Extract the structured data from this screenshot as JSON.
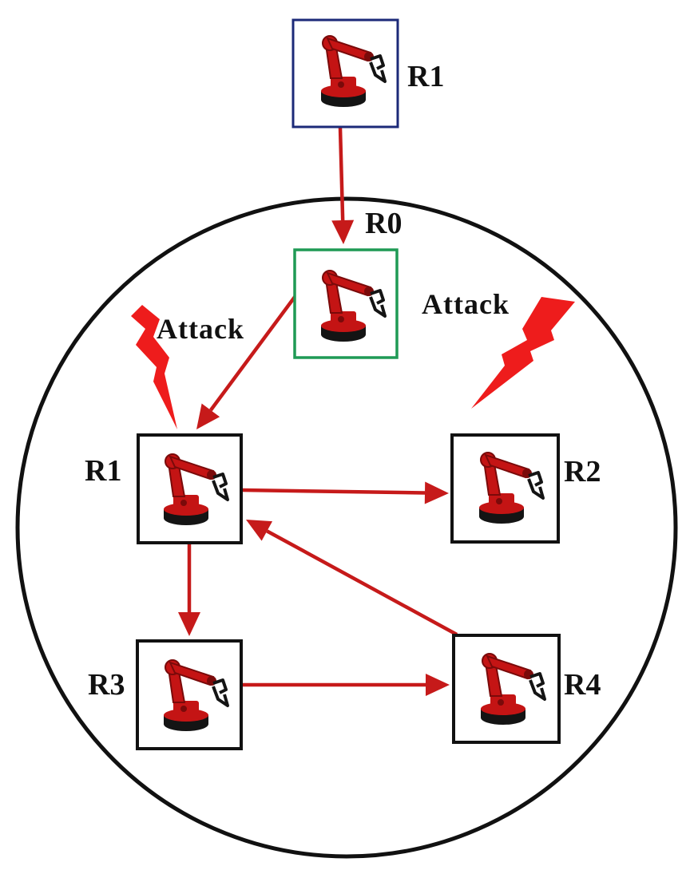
{
  "colors": {
    "arrow": "#c61a1a",
    "robot_red": "#c41414",
    "robot_dark": "#7a0a0a",
    "robot_base": "#141414",
    "circle": "#111111",
    "node_border": "#111111",
    "external_border": "#1c2a78",
    "leader_border": "#1f9a55",
    "lightning": "#ee1c1c"
  },
  "nodes": {
    "external": {
      "label": "R1",
      "icon": "robot-arm-icon"
    },
    "leader": {
      "label": "R0",
      "icon": "robot-arm-icon"
    },
    "r1": {
      "label": "R1",
      "icon": "robot-arm-icon"
    },
    "r2": {
      "label": "R2",
      "icon": "robot-arm-icon"
    },
    "r3": {
      "label": "R3",
      "icon": "robot-arm-icon"
    },
    "r4": {
      "label": "R4",
      "icon": "robot-arm-icon"
    }
  },
  "attacks": [
    {
      "label": "Attack",
      "icon": "lightning-bolt-icon"
    },
    {
      "label": "Attack",
      "icon": "lightning-bolt-icon"
    }
  ],
  "edges": [
    {
      "from": "external",
      "to": "leader"
    },
    {
      "from": "leader",
      "to": "r1"
    },
    {
      "from": "r1",
      "to": "r2"
    },
    {
      "from": "r1",
      "to": "r3"
    },
    {
      "from": "r3",
      "to": "r4"
    },
    {
      "from": "r4",
      "to": "r1"
    }
  ]
}
